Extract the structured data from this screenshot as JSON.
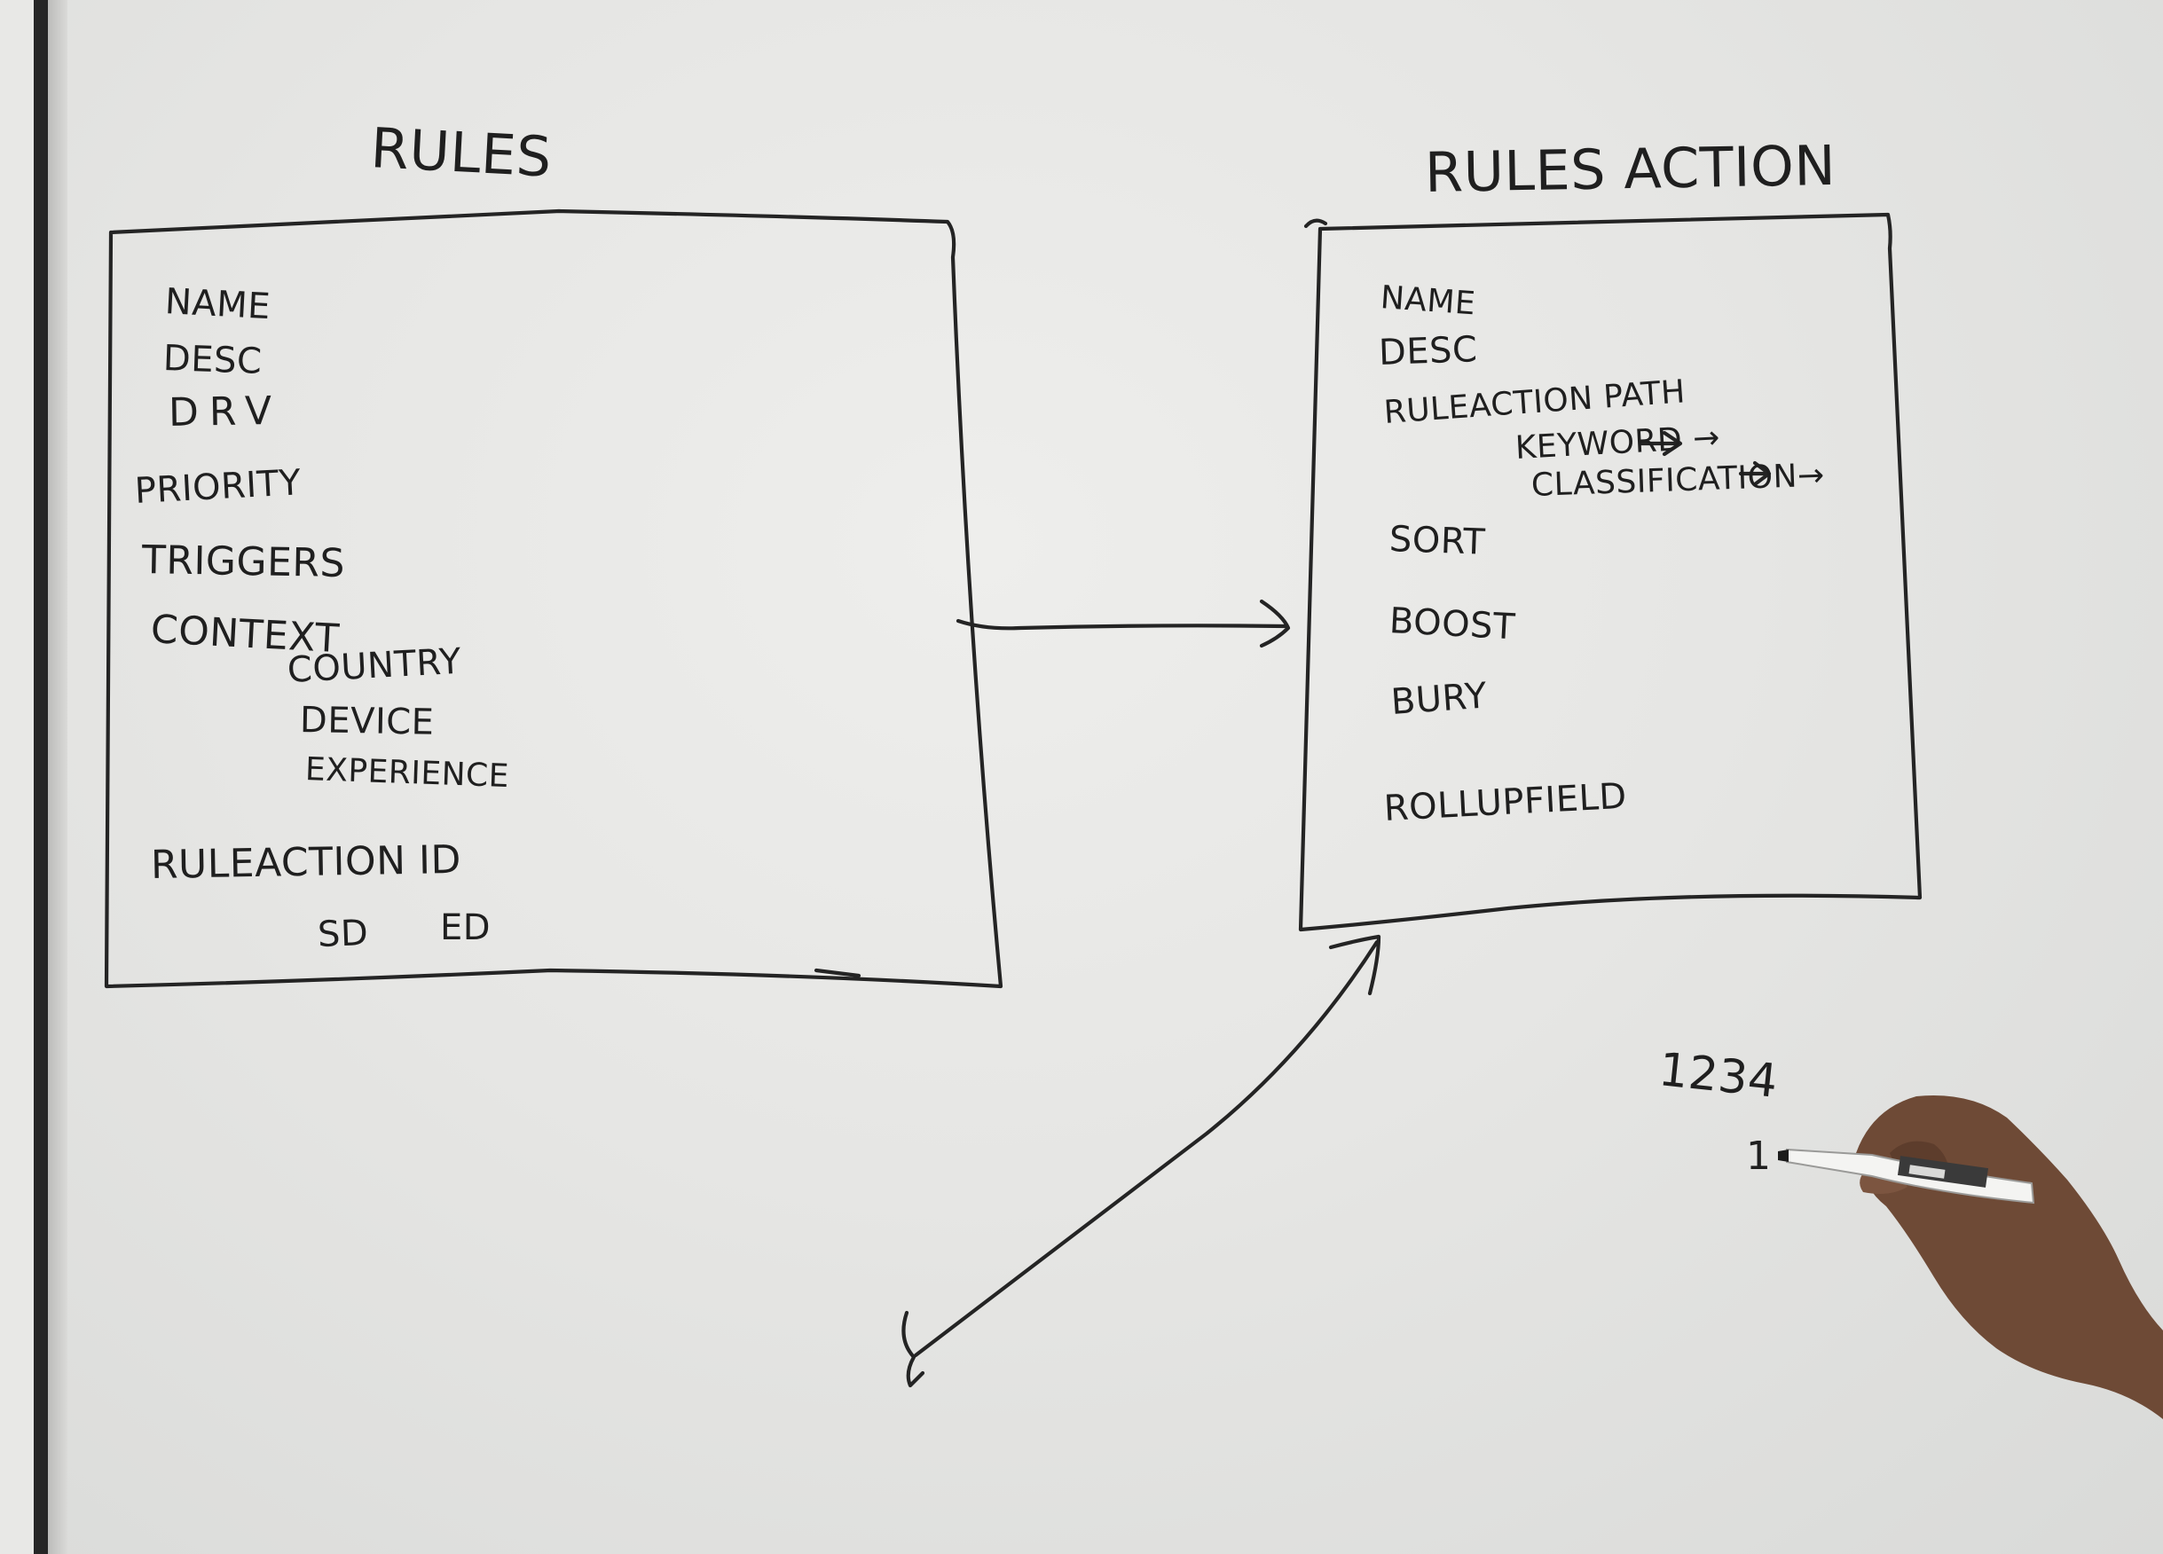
{
  "rules_box": {
    "title": "RULES",
    "fields": [
      "NAME",
      "DESC",
      "DRV",
      "PRIORITY",
      "TRIGGERS",
      "CONTEXT"
    ],
    "context_subfields": [
      "COUNTRY",
      "DEVICE",
      "EXPERIENCE"
    ],
    "action_id": "RULEACTION ID",
    "dates": [
      "SD",
      "ED"
    ]
  },
  "rules_action_box": {
    "title": "RULES ACTION",
    "fields": [
      "NAME",
      "DESC",
      "RULEACTION PATH"
    ],
    "path_subfields": [
      "KEYWORD →",
      "CLASSIFICATION→"
    ],
    "more_fields": [
      "SORT",
      "BOOST",
      "BURY",
      "ROLLUPFIELD"
    ]
  },
  "notes": {
    "number": "1234",
    "partial": "1"
  },
  "colors": {
    "ink": "#242424",
    "board": "#e6e6e4",
    "frame": "#262626",
    "marker_body": "#f4f4f2",
    "skin": "#6e4a36"
  },
  "icons": {
    "marker": "whiteboard-marker-icon",
    "hand": "hand-icon"
  }
}
